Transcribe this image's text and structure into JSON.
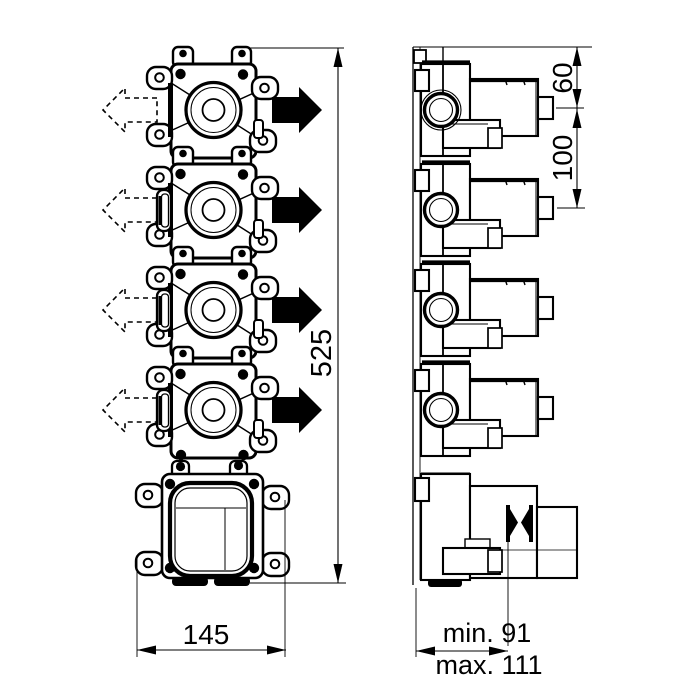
{
  "drawing": {
    "background_color": "#ffffff",
    "line_color": "#000000",
    "view_count": 2,
    "module_count": 4
  },
  "dimensions": {
    "total_height": "525",
    "front_width": "145",
    "top_to_first_outlet": "60",
    "outlet_spacing": "100",
    "depth_min": "min. 91",
    "depth_max": "max. 111"
  }
}
